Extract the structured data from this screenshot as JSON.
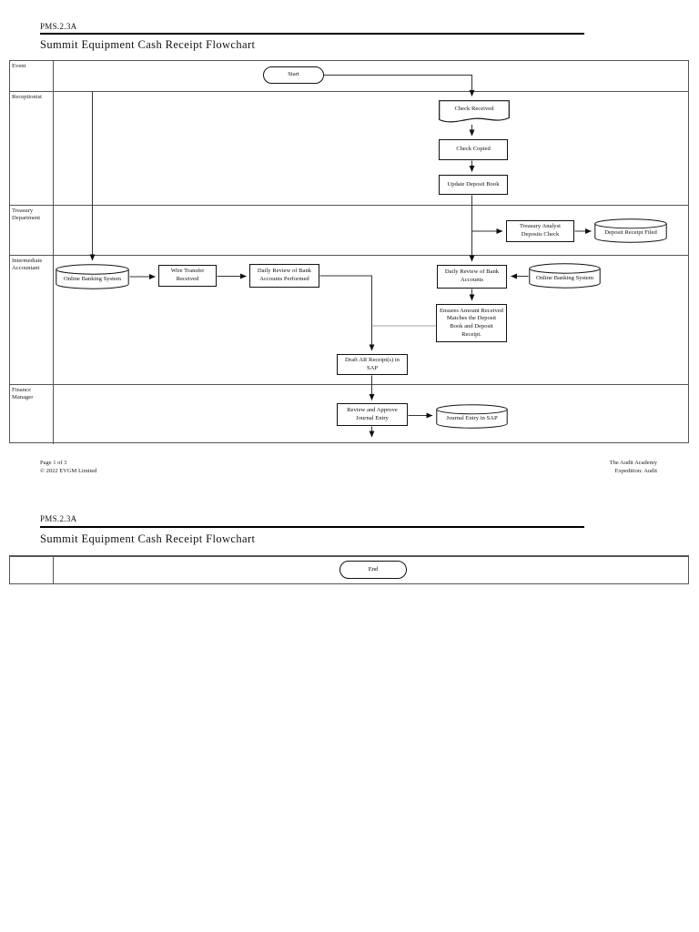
{
  "page1": {
    "doc_code": "PMS.2.3A",
    "title": "Summit Equipment Cash Receipt Flowchart",
    "lanes": [
      "Event",
      "Receptionist",
      "Treasury Department",
      "Intermediate Accountant",
      "Finance Manager"
    ],
    "nodes": {
      "start": "Start",
      "check_received": "Check Received",
      "check_copied": "Check Copied",
      "update_deposit_book": "Update Deposit Book",
      "treasury_analyst_deposits_check": "Treasury Analyst Deposits Check",
      "deposit_receipt_filed": "Deposit Receipt Filed",
      "online_banking_system_left": "Online Banking System",
      "wire_transfer_received": "Wire Transfer Received",
      "daily_review_of_bank_accounts_performed": "Daily Review of Bank Accounts Performed",
      "daily_review_of_bank_accounts": "Daily Review of Bank Accounts",
      "online_banking_system_right": "Online Banking System",
      "ensures_amount_received": "Ensures Amount Received Matches the Deposit Book and Deposit Receipt.",
      "draft_ar_receipt_in_sap": "Draft AR Receipt(s) in SAP",
      "review_and_approve_journal_entry": "Review and Approve Journal Entry",
      "journal_entry_in_sap": "Journal Entry in SAP"
    },
    "footer": {
      "page_number": "Page 1 of 3",
      "copyright": "© 2022 EVGM Limited",
      "org": "The Audit Academy",
      "series": "Expedition: Audit"
    }
  },
  "page2": {
    "doc_code": "PMS.2.3A",
    "title": "Summit Equipment Cash Receipt Flowchart",
    "nodes": {
      "end": "End"
    }
  },
  "colors": {
    "line": "#222222",
    "gray_line": "#a0a0a0",
    "border": "#555555"
  }
}
